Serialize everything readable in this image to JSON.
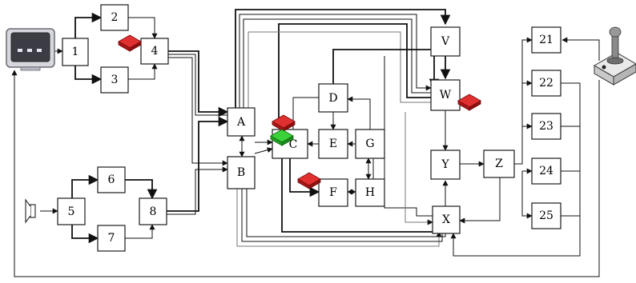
{
  "nodes": {
    "n1": "1",
    "n2": "2",
    "n3": "3",
    "n4": "4",
    "n5": "5",
    "n6": "6",
    "n7": "7",
    "n8": "8",
    "nA": "A",
    "nB": "B",
    "nC": "C",
    "nD": "D",
    "nE": "E",
    "nF": "F",
    "nG": "G",
    "nH": "H",
    "nV": "V",
    "nW": "W",
    "nX": "X",
    "nY": "Y",
    "nZ": "Z",
    "n21": "21",
    "n22": "22",
    "n23": "23",
    "n24": "24",
    "n25": "25"
  },
  "icons": {
    "monitor": "monitor-icon",
    "speaker": "speaker-icon",
    "joystick": "joystick-icon",
    "markers": [
      "red-marker-icon",
      "green-marker-icon"
    ]
  },
  "colors": {
    "red_marker": "#d81f1f",
    "green_marker": "#1fc21f",
    "line": "#111111"
  }
}
